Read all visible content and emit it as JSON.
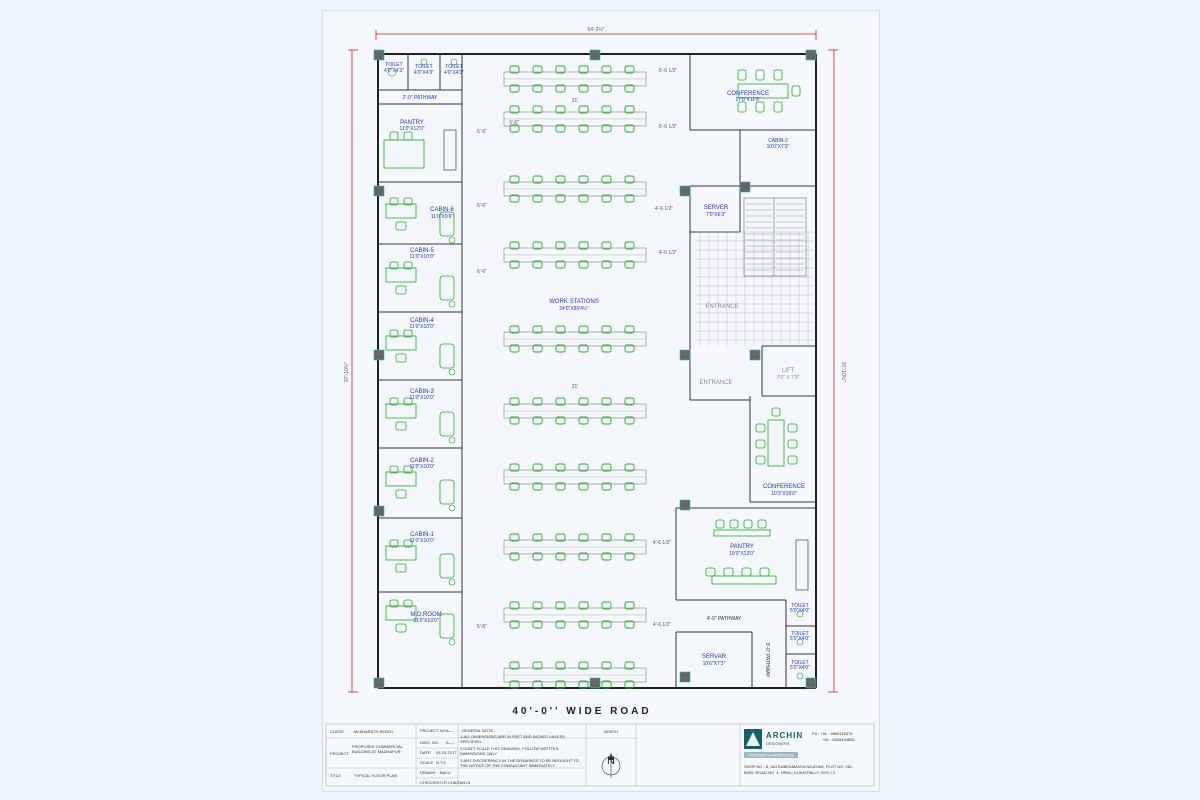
{
  "drawing": {
    "top_dimension": "64'-2½\"",
    "side_dimension_left": "97'-10½\"",
    "side_dimension_right": "97'-10½\"",
    "road_label": "40'-0'' WIDE ROAD",
    "north_label": "NORTH",
    "north_letter": "N"
  },
  "rooms": {
    "toilet_a": {
      "name": "TOILET",
      "size": "4'0\"X4'3\""
    },
    "toilet_b": {
      "name": "TOILET",
      "size": "4'0\"X4'3\""
    },
    "toilet_c": {
      "name": "TOILET",
      "size": "4'0\"X4'3\""
    },
    "pathway_top": "2'-0\" PATHWAY",
    "pantry_1": {
      "name": "PANTRY",
      "size": "11'0\"X12'0\""
    },
    "cabin_6": {
      "name": "CABIN-6",
      "size": "11'0\"X9'6\""
    },
    "cabin_5": {
      "name": "CABIN-5",
      "size": "11'0\"X10'0\""
    },
    "cabin_4": {
      "name": "CABIN-4",
      "size": "11'0\"X10'0\""
    },
    "cabin_3": {
      "name": "CABIN-3",
      "size": "11'0\"X10'0\""
    },
    "cabin_2": {
      "name": "CABIN-2",
      "size": "11'0\"X10'0\""
    },
    "cabin_1": {
      "name": "CABIN-1",
      "size": "11'0\"X10'0\""
    },
    "md_room": {
      "name": "M.D.ROOM",
      "size": "11'0\"X13'0\""
    },
    "work_stations": {
      "name": "WORK STATIONS",
      "size": "34'0\"X89'4½\""
    },
    "conference_1": {
      "name": "CONFERENCE",
      "size": "17'0\"X11'6\""
    },
    "cabin_2b": {
      "name": "CABIN-2",
      "size": "10'0\"X7'3\""
    },
    "server": {
      "name": "SERVER",
      "size": "7'0\"X6'3\""
    },
    "entrance_1": "ENTRANCE",
    "entrance_2": "ENTRANCE",
    "lift": {
      "name": "LIFT",
      "size": "7'0\" X 7'0\""
    },
    "conference_2": {
      "name": "CONFERENCE",
      "size": "10'3\"X16'0\""
    },
    "pantry_2": {
      "name": "PANTRY",
      "size": "19'0\"X13'0\""
    },
    "pathway_mid": "4'-9\" PATHWAY",
    "servar": {
      "name": "SERVAR",
      "size": "10'6\"X7'3\""
    },
    "pathway_side": "3'-0\" PATHWAY",
    "toilet_d": {
      "name": "TOILET",
      "size": "5'0\"X4'0\""
    },
    "toilet_e": {
      "name": "TOILET",
      "size": "5'0\"X4'0\""
    },
    "toilet_f": {
      "name": "TOILET",
      "size": "5'0\"X4'0\""
    }
  },
  "dims": {
    "ws_gap": "6'-6 1/2\"",
    "ws_gap2": "6'-6 1/2\"",
    "ws_gap3": "4'-6 1/2\"",
    "ws_gap4": "4'-6 1/2\"",
    "ws_gap5": "4'-6 1/2\"",
    "ws_gap6": "4'-6 1/2\"",
    "ws_span": "21'",
    "ws_span2": "21'",
    "desk_w": "3'-6\"",
    "left_gap_a": "6'-6\"",
    "left_gap_b": "6'-6\"",
    "left_gap_c": "6'-6\"",
    "left_gap_d": "5'-6\""
  },
  "title_block": {
    "client_label": "CLIENT",
    "client_value": "Mr.BHARATH REDDY",
    "project_label": "PROJECT",
    "project_value": "PROPOSED COMMERCIAL BUILDING AT MADHAPUR",
    "title_label": "TITLE",
    "title_value": "TYPICAL FLOOR PLAN",
    "project_no_label": "PROJECT NO.",
    "project_no_value": "A----",
    "dwg_no_label": "DWG. NO.",
    "dwg_no_value": "A----",
    "date_label": "DATE",
    "date_value": "03-03-2017",
    "scale_label": "SCALE",
    "scale_value": "N.T.S",
    "drawn_label": "DRAWN",
    "drawn_value": "BALU",
    "checked_label": "CHECKED",
    "checked_value": "H.R.CHAITANYA",
    "general_note_label": "GENERAL NOTE:-",
    "note_1": "1.ALL DIMENSIONS ARE IN FEET AND INCHES UNLESS SPECIFIED.",
    "note_2": "2.DON'T SCALE THIS DRAWING, FOLLOW WRITTEN DIMENSIONS ONLY.",
    "note_3": "3.ANY DISCREPANCY IN THE DRAWINGS TO BE BROUGHT TO THE NOTICE OF THE CONSULTANT IMMEDIATELY.",
    "firm_name": "ARCHIN",
    "firm_sub": "DESIGNERS",
    "firm_tag": "INTERIORS & ARCHITECTS",
    "phone_1": "Ph : +91 - 9866116375",
    "phone_2": "+91 - 8328494836",
    "address_1": "SHOP NO - 8, SAI SUBRAMANYA NILAYAM, PLOT NO. 281,",
    "address_2": "BHEL ROAD NO. 4, HPML, KUKATPALLY, HYD-72."
  },
  "colors": {
    "wall": "#222222",
    "furniture": "#22aa22",
    "dimension": "#cc2222",
    "label": "#2233cc",
    "column": "#555555"
  }
}
